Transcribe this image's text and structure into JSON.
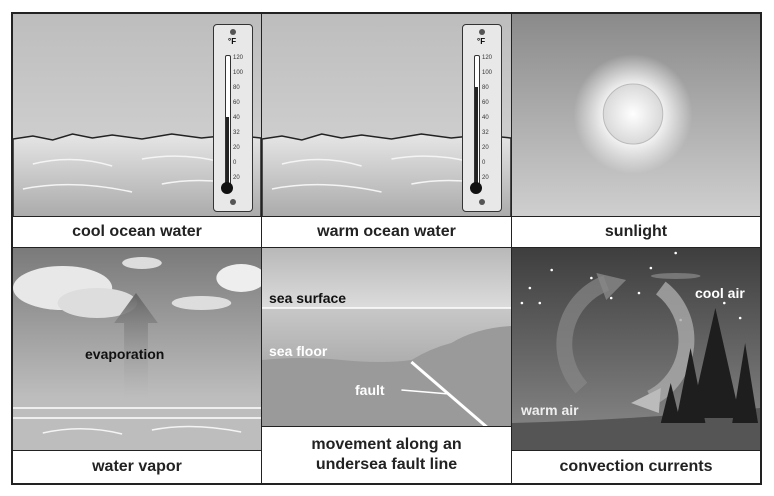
{
  "panels": [
    {
      "caption": "cool ocean water",
      "thermometer": {
        "unit": "°F",
        "ticks": [
          "120",
          "100",
          "80",
          "60",
          "40",
          "32",
          "20",
          "0",
          "20"
        ],
        "reading": 50
      }
    },
    {
      "caption": "warm ocean water",
      "thermometer": {
        "unit": "°F",
        "ticks": [
          "120",
          "100",
          "80",
          "60",
          "40",
          "32",
          "20",
          "0",
          "20"
        ],
        "reading": 80
      }
    },
    {
      "caption": "sunlight"
    },
    {
      "caption": "water vapor",
      "label": "evaporation"
    },
    {
      "caption_line1": "movement along an",
      "caption_line2": "undersea fault line",
      "labels": {
        "surface": "sea surface",
        "floor": "sea floor",
        "fault": "fault"
      }
    },
    {
      "caption": "convection currents",
      "labels": {
        "cool": "cool air",
        "warm": "warm air"
      }
    }
  ]
}
